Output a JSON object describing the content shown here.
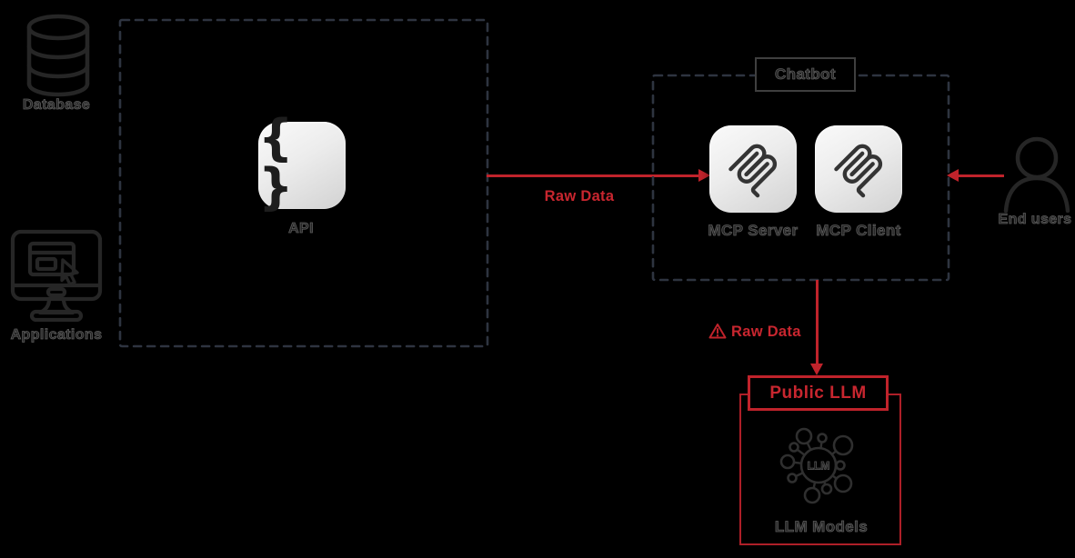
{
  "colors": {
    "background": "#000000",
    "accent_red": "#c0232b",
    "dashed_border": "#2e3440",
    "tile_light": "#ececec",
    "icon_stroke": "#262626"
  },
  "sources": {
    "database_label": "Database",
    "applications_label": "Applications"
  },
  "api_box": {
    "api_label": "API",
    "api_glyph": "{ }"
  },
  "chatbot": {
    "title": "Chatbot",
    "mcp_server_label": "MCP Server",
    "mcp_client_label": "MCP Client"
  },
  "end_users": {
    "label": "End users"
  },
  "edges": {
    "api_to_chatbot_label": "Raw Data",
    "chatbot_to_llm_label": "Raw Data"
  },
  "public_llm": {
    "title": "Public LLM",
    "llm_models_label": "LLM Models",
    "hub_text": "LLM"
  }
}
